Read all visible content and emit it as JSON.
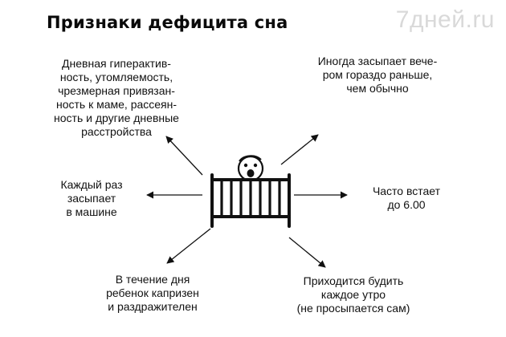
{
  "title": "Признаки дефицита сна",
  "watermark": "7дней.ru",
  "center_icon": "baby-in-crib-icon",
  "notes": {
    "top_left": [
      "Дневная гиперактив-",
      "ность, утомляемость,",
      "чрезмерная привязан-",
      "ность к маме, рассеян-",
      "ность и другие дневные",
      "расстройства"
    ],
    "top_right": [
      "Иногда засыпает вече-",
      "ром гораздо раньше,",
      "чем обычно"
    ],
    "mid_left": [
      "Каждый раз",
      "засыпает",
      "в машине"
    ],
    "mid_right": [
      "Часто встает",
      "до 6.00"
    ],
    "bottom_left": [
      "В течение дня",
      "ребенок капризен",
      "и раздражителен"
    ],
    "bottom_right": [
      "Приходится будить",
      "каждое утро",
      "(не просыпается сам)"
    ]
  },
  "colors": {
    "text": "#111111",
    "watermark": "#d9d9d9",
    "lines": "#111111"
  }
}
